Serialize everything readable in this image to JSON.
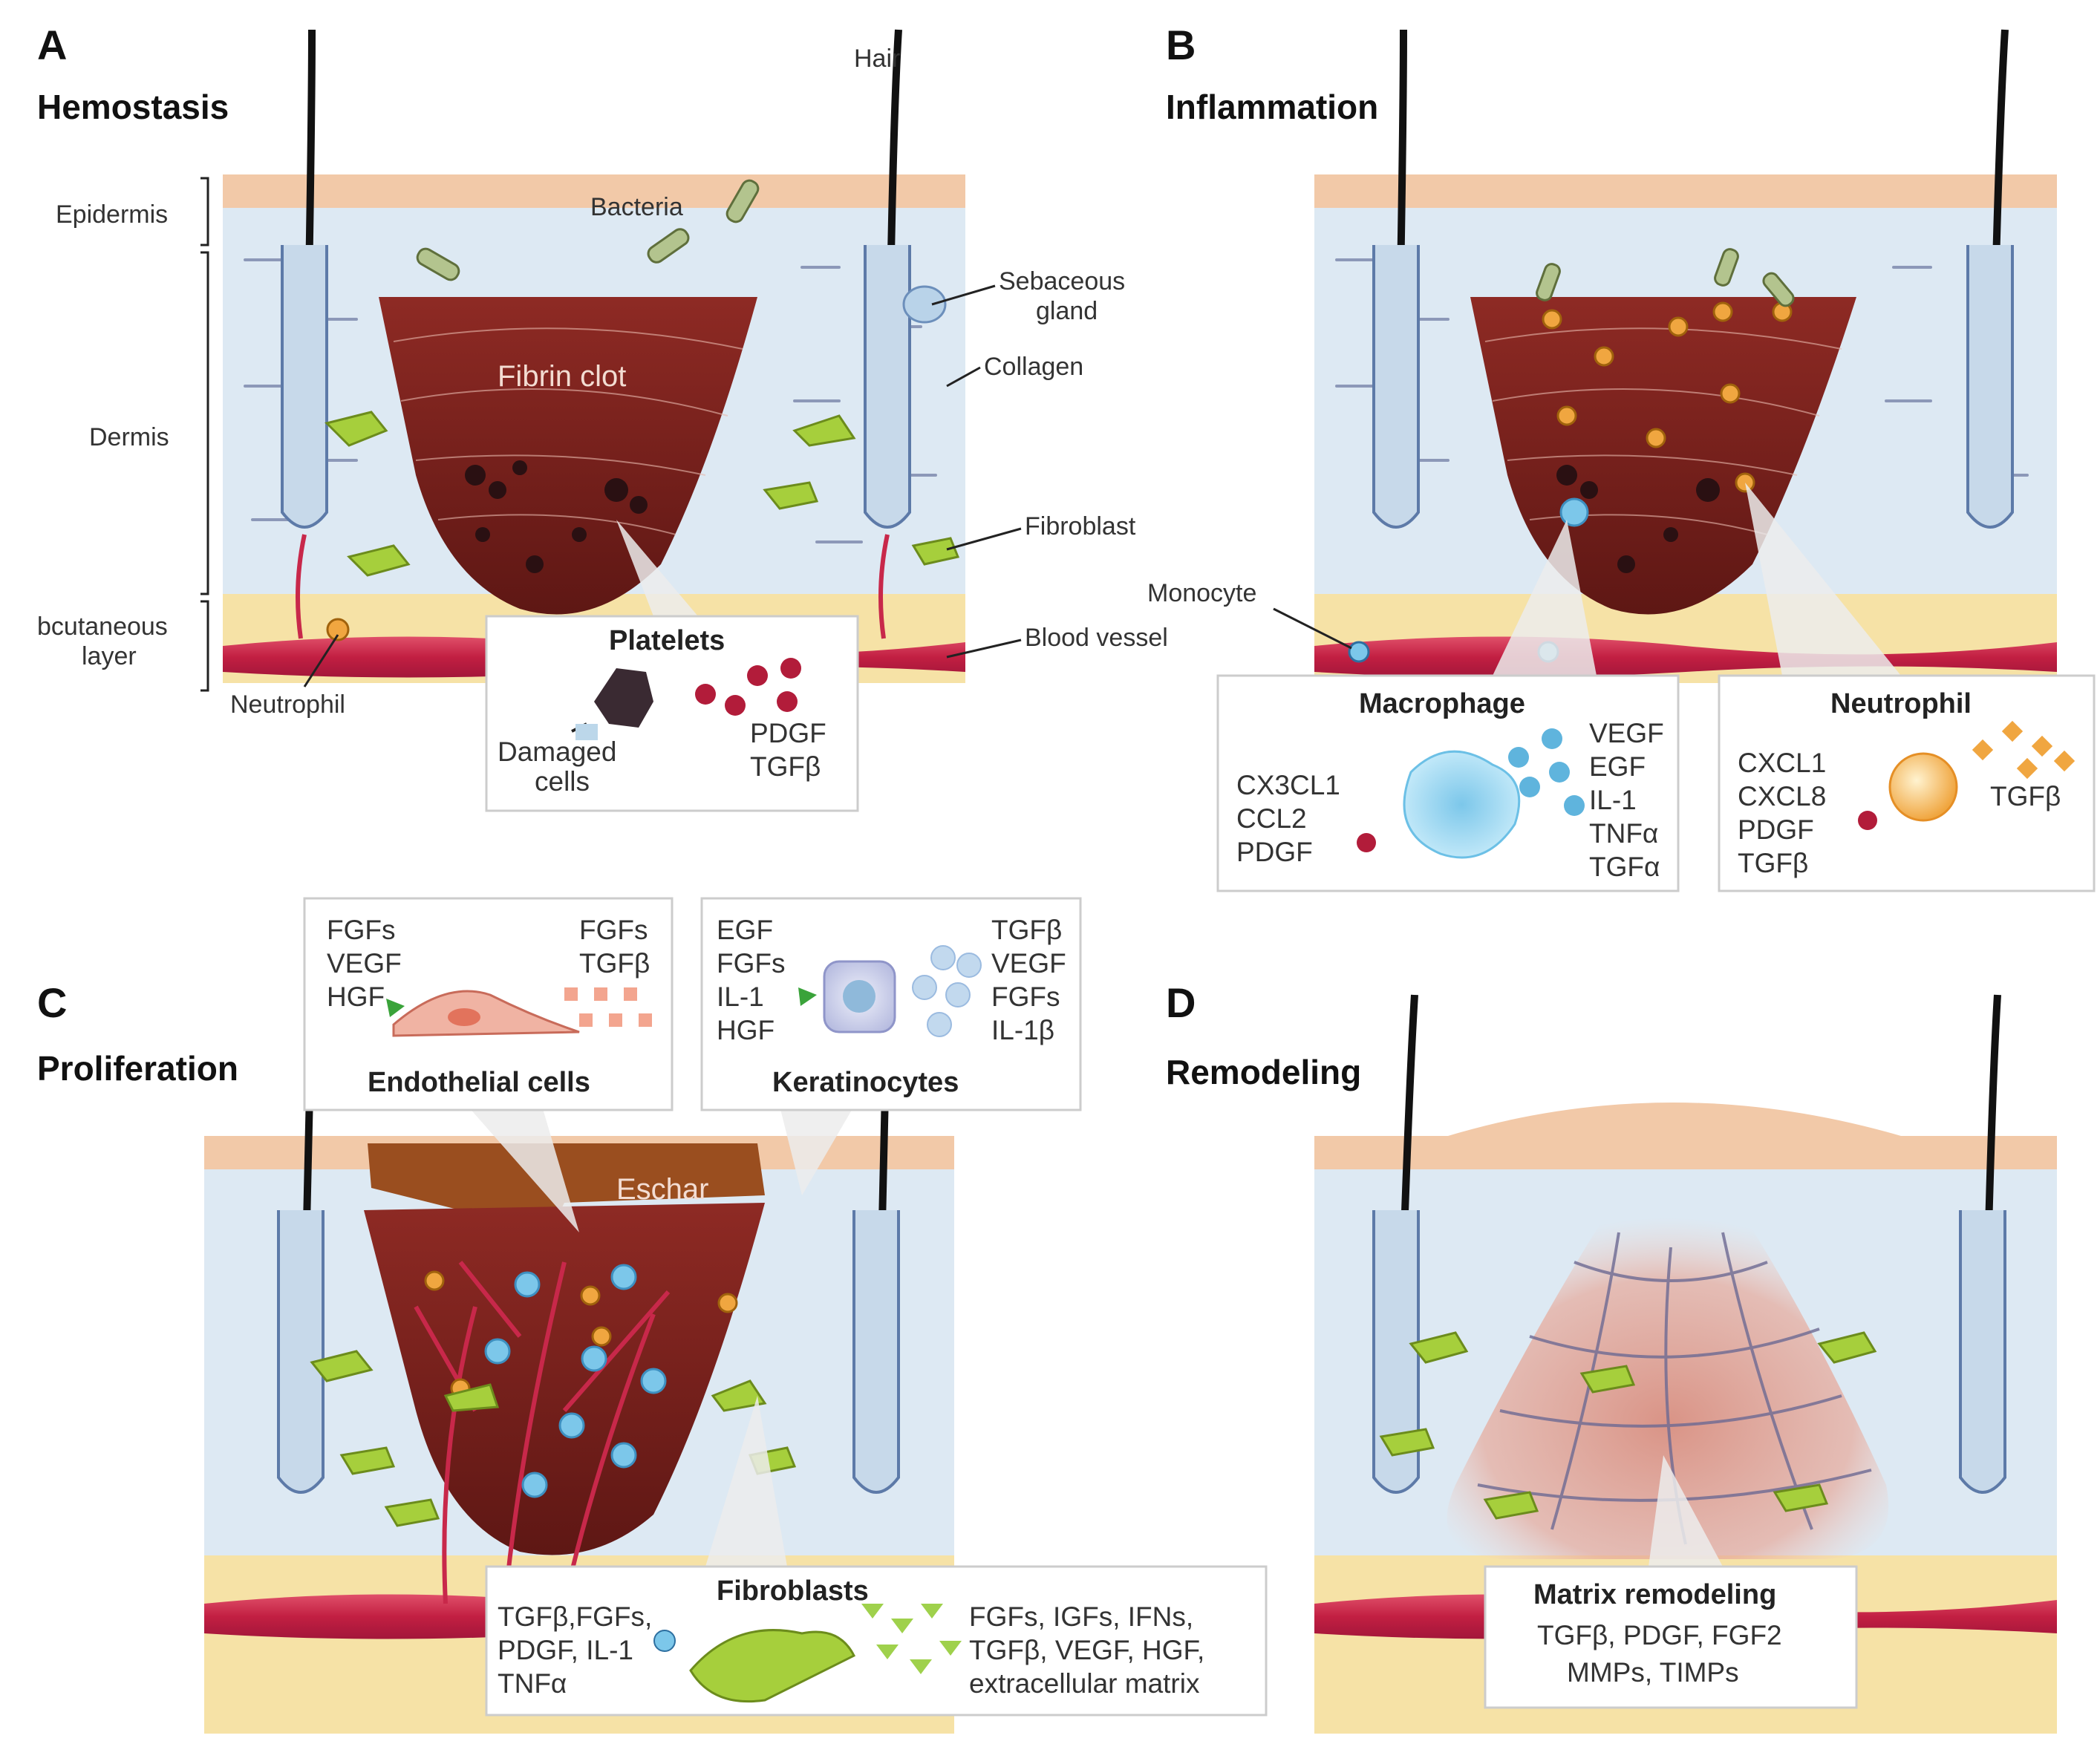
{
  "panels": {
    "A": {
      "letter": "A",
      "title": "Hemostasis"
    },
    "B": {
      "letter": "B",
      "title": "Inflammation"
    },
    "C": {
      "letter": "C",
      "title": "Proliferation"
    },
    "D": {
      "letter": "D",
      "title": "Remodeling"
    }
  },
  "labels_a": {
    "hair": "Hair",
    "epidermis": "Epidermis",
    "dermis": "Dermis",
    "subcutaneous": [
      "bcutaneous",
      "layer"
    ],
    "bacteria": "Bacteria",
    "sebaceous": [
      "Sebaceous",
      "gland"
    ],
    "collagen": "Collagen",
    "fibrin_clot": "Fibrin clot",
    "fibroblast": "Fibroblast",
    "blood_vessel": "Blood vessel",
    "neutrophil": "Neutrophil"
  },
  "box_platelets": {
    "title": "Platelets",
    "damaged": [
      "Damaged",
      "cells"
    ],
    "factors": [
      "PDGF",
      "TGFβ"
    ]
  },
  "labels_b": {
    "monocyte": "Monocyte"
  },
  "box_macrophage": {
    "title": "Macrophage",
    "inputs": [
      "CX3CL1",
      "CCL2",
      "PDGF"
    ],
    "outputs": [
      "VEGF",
      "EGF",
      "IL-1",
      "TNFα",
      "TGFα"
    ]
  },
  "box_neutrophil": {
    "title": "Neutrophil",
    "inputs": [
      "CXCL1",
      "CXCL8",
      "PDGF",
      "TGFβ"
    ],
    "outputs": [
      "TGFβ"
    ]
  },
  "box_endothelial": {
    "title": "Endothelial cells",
    "inputs": [
      "FGFs",
      "VEGF",
      "HGF"
    ],
    "outputs": [
      "FGFs",
      "TGFβ"
    ]
  },
  "box_keratinocytes": {
    "title": "Keratinocytes",
    "inputs": [
      "EGF",
      "FGFs",
      "IL-1",
      "HGF"
    ],
    "outputs": [
      "TGFβ",
      "VEGF",
      "FGFs",
      "IL-1β"
    ]
  },
  "labels_c": {
    "eschar": "Eschar"
  },
  "box_fibroblasts": {
    "title": "Fibroblasts",
    "inputs": [
      "TGFβ,FGFs,",
      "PDGF, IL-1",
      "TNFα"
    ],
    "outputs": [
      "FGFs, IGFs, IFNs,",
      "TGFβ, VEGF, HGF,",
      "extracellular matrix"
    ]
  },
  "box_matrix": {
    "title": "Matrix remodeling",
    "lines": [
      "TGFβ, PDGF, FGF2",
      "MMPs, TIMPs"
    ]
  },
  "colors": {
    "epidermis": "#f2c9a8",
    "dermis": "#dde9f3",
    "fat": "#f6e2a6",
    "vessel": "#c8284a",
    "clot": "#7a1f1c",
    "fibroblast": "#a6cf3c",
    "eschar": "#9a4e1f"
  }
}
